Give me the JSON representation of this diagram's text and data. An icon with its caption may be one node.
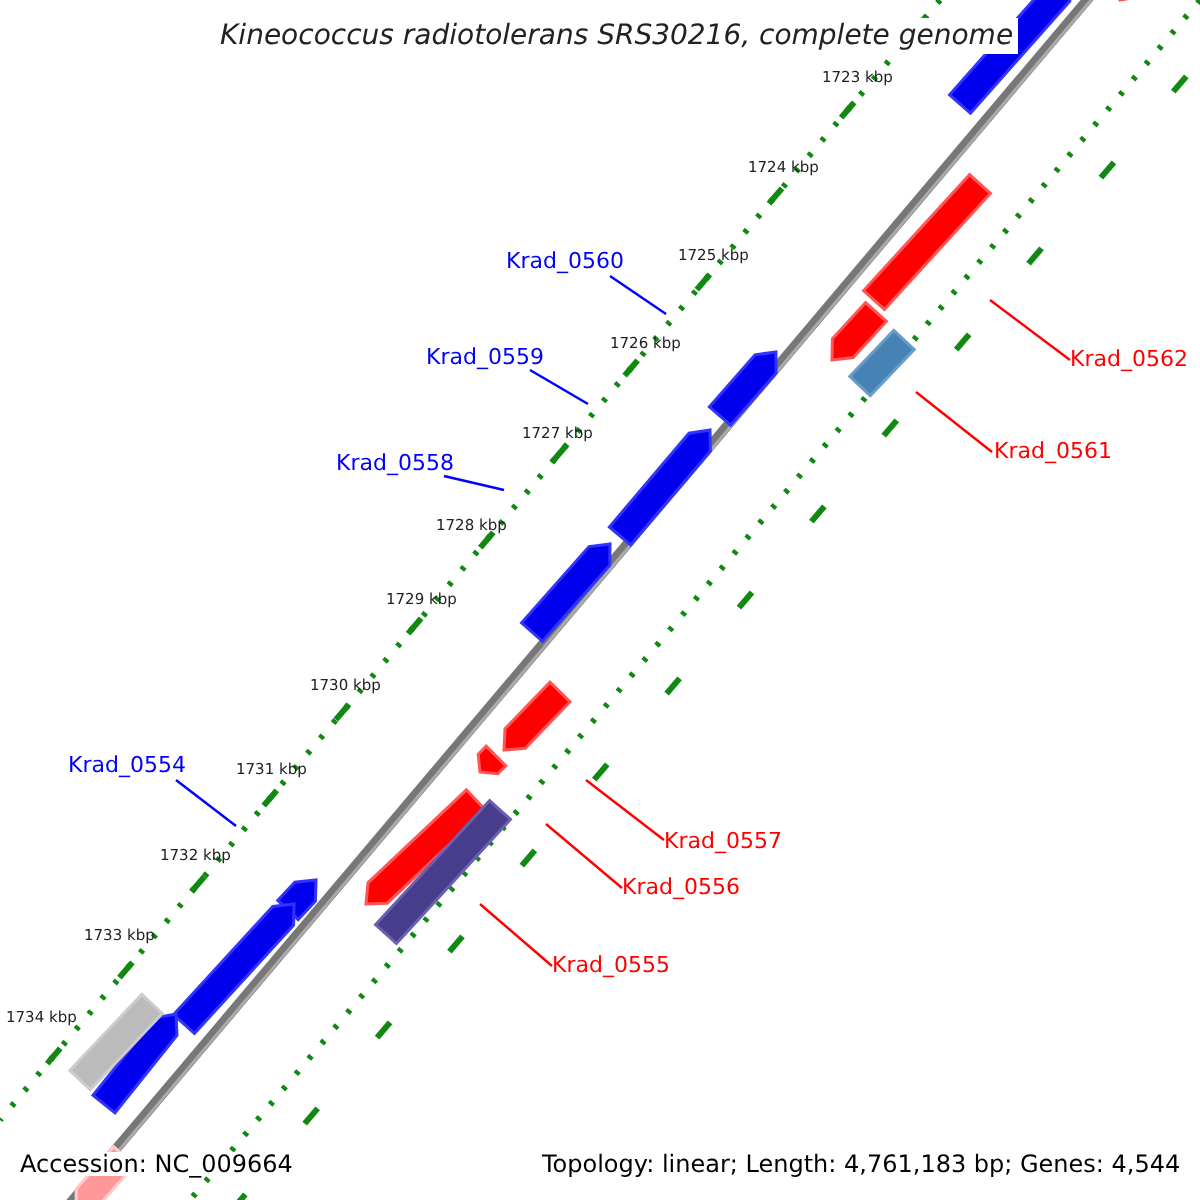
{
  "diagram": {
    "title": "Kineococcus radiotolerans SRS30216, complete genome",
    "nodes": [
      {
        "text": [
          "Krad_0560"
        ]
      },
      {
        "text": [
          "Krad_0562"
        ]
      },
      {
        "text": [
          "Krad_0559"
        ]
      },
      {
        "text": [
          "Krad_0561"
        ]
      },
      {
        "text": [
          "Krad_0558"
        ]
      },
      {
        "text": [
          "Krad_0554"
        ]
      },
      {
        "text": [
          "Krad_0557"
        ]
      },
      {
        "text": [
          "Krad_0556"
        ]
      },
      {
        "text": [
          "Krad_0555"
        ]
      }
    ],
    "edges": [
      {
        "from": 0,
        "to": null,
        "arrow": "none",
        "color": "#0000ff"
      },
      {
        "from": 1,
        "to": null,
        "arrow": "none",
        "color": "#ff0000"
      },
      {
        "from": 2,
        "to": null,
        "arrow": "none",
        "color": "#0000ff"
      },
      {
        "from": 3,
        "to": null,
        "arrow": "none",
        "color": "#ff0000"
      },
      {
        "from": 4,
        "to": null,
        "arrow": "none",
        "color": "#0000ff"
      },
      {
        "from": 5,
        "to": null,
        "arrow": "none",
        "color": "#0000ff"
      },
      {
        "from": 6,
        "to": null,
        "arrow": "none",
        "color": "#ff0000"
      },
      {
        "from": 7,
        "to": null,
        "arrow": "none",
        "color": "#ff0000"
      },
      {
        "from": 8,
        "to": null,
        "arrow": "none",
        "color": "#ff0000"
      }
    ],
    "labels": [
      "1723 kbp",
      "1724 kbp",
      "1725 kbp",
      "1726 kbp",
      "1727 kbp",
      "1728 kbp",
      "1729 kbp",
      "1730 kbp",
      "1731 kbp",
      "1732 kbp",
      "1733 kbp",
      "1734 kbp",
      "Accession: NC_009664",
      "Topology: linear; Length: 4,761,183 bp; Genes: 4,544"
    ]
  }
}
